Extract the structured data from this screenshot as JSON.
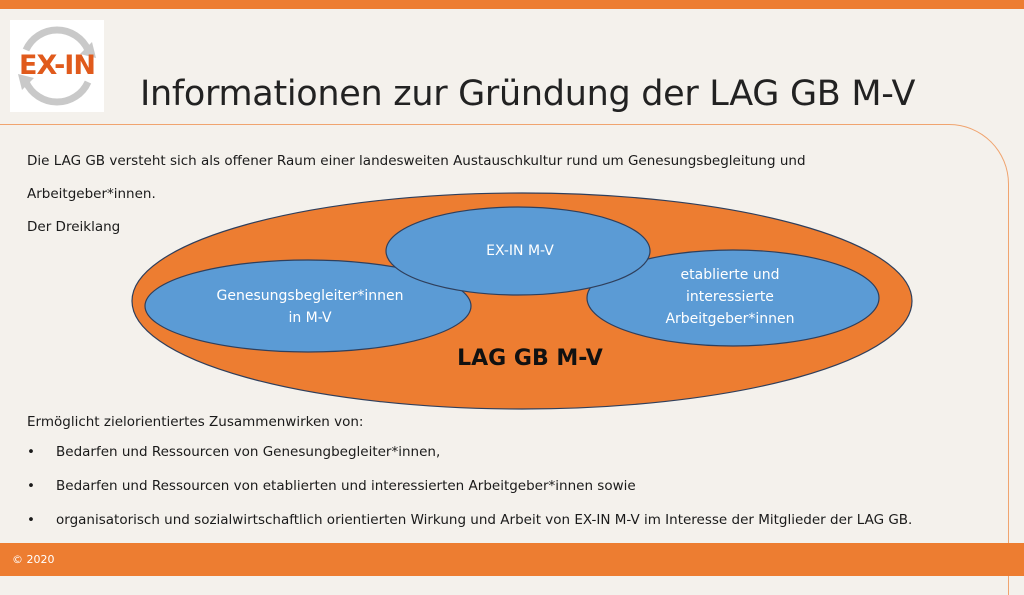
{
  "logo": {
    "text": "EX-IN"
  },
  "title": "Informationen zur Gründung der LAG GB M-V",
  "intro": {
    "line1": "Die LAG GB versteht sich als offener Raum einer landesweiten Austauschkultur rund um Genesungsbegleitung und",
    "line2": "Arbeitgeber*innen.",
    "line3": "Der Dreiklang"
  },
  "diagram": {
    "center": "LAG GB M-V",
    "top": "EX-IN M-V",
    "left": {
      "line1": "Genesungsbegleiter*innen",
      "line2": "in M-V"
    },
    "right": {
      "line1": "etablierte und",
      "line2": "interessierte",
      "line3": "Arbeitgeber*innen"
    }
  },
  "section": {
    "intro": "Ermöglicht zielorientiertes Zusammenwirken von:",
    "bullet_symbol": "•",
    "bullets": [
      "Bedarfen und Ressourcen von Genesungbegleiter*innen,",
      "Bedarfen und Ressourcen von etablierten und interessierten Arbeitgeber*innen sowie",
      "organisatorisch und sozialwirtschaftlich orientierten Wirkung und Arbeit von EX-IN M-V im Interesse der Mitglieder der LAG GB."
    ]
  },
  "footer": {
    "copyright": "© 2020"
  },
  "colors": {
    "orange": "#ed7d31",
    "blue": "#5b9bd5",
    "oval_border": "#2f3f5c"
  }
}
